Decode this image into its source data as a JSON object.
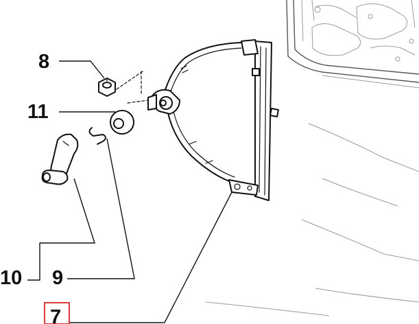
{
  "diagram": {
    "callouts": [
      {
        "id": "8",
        "label": "8"
      },
      {
        "id": "11",
        "label": "11"
      },
      {
        "id": "10",
        "label": "10"
      },
      {
        "id": "9",
        "label": "9"
      },
      {
        "id": "7",
        "label": "7",
        "highlighted": true
      }
    ],
    "highlight_color": "#d93a3a",
    "line_color": "#111111"
  }
}
